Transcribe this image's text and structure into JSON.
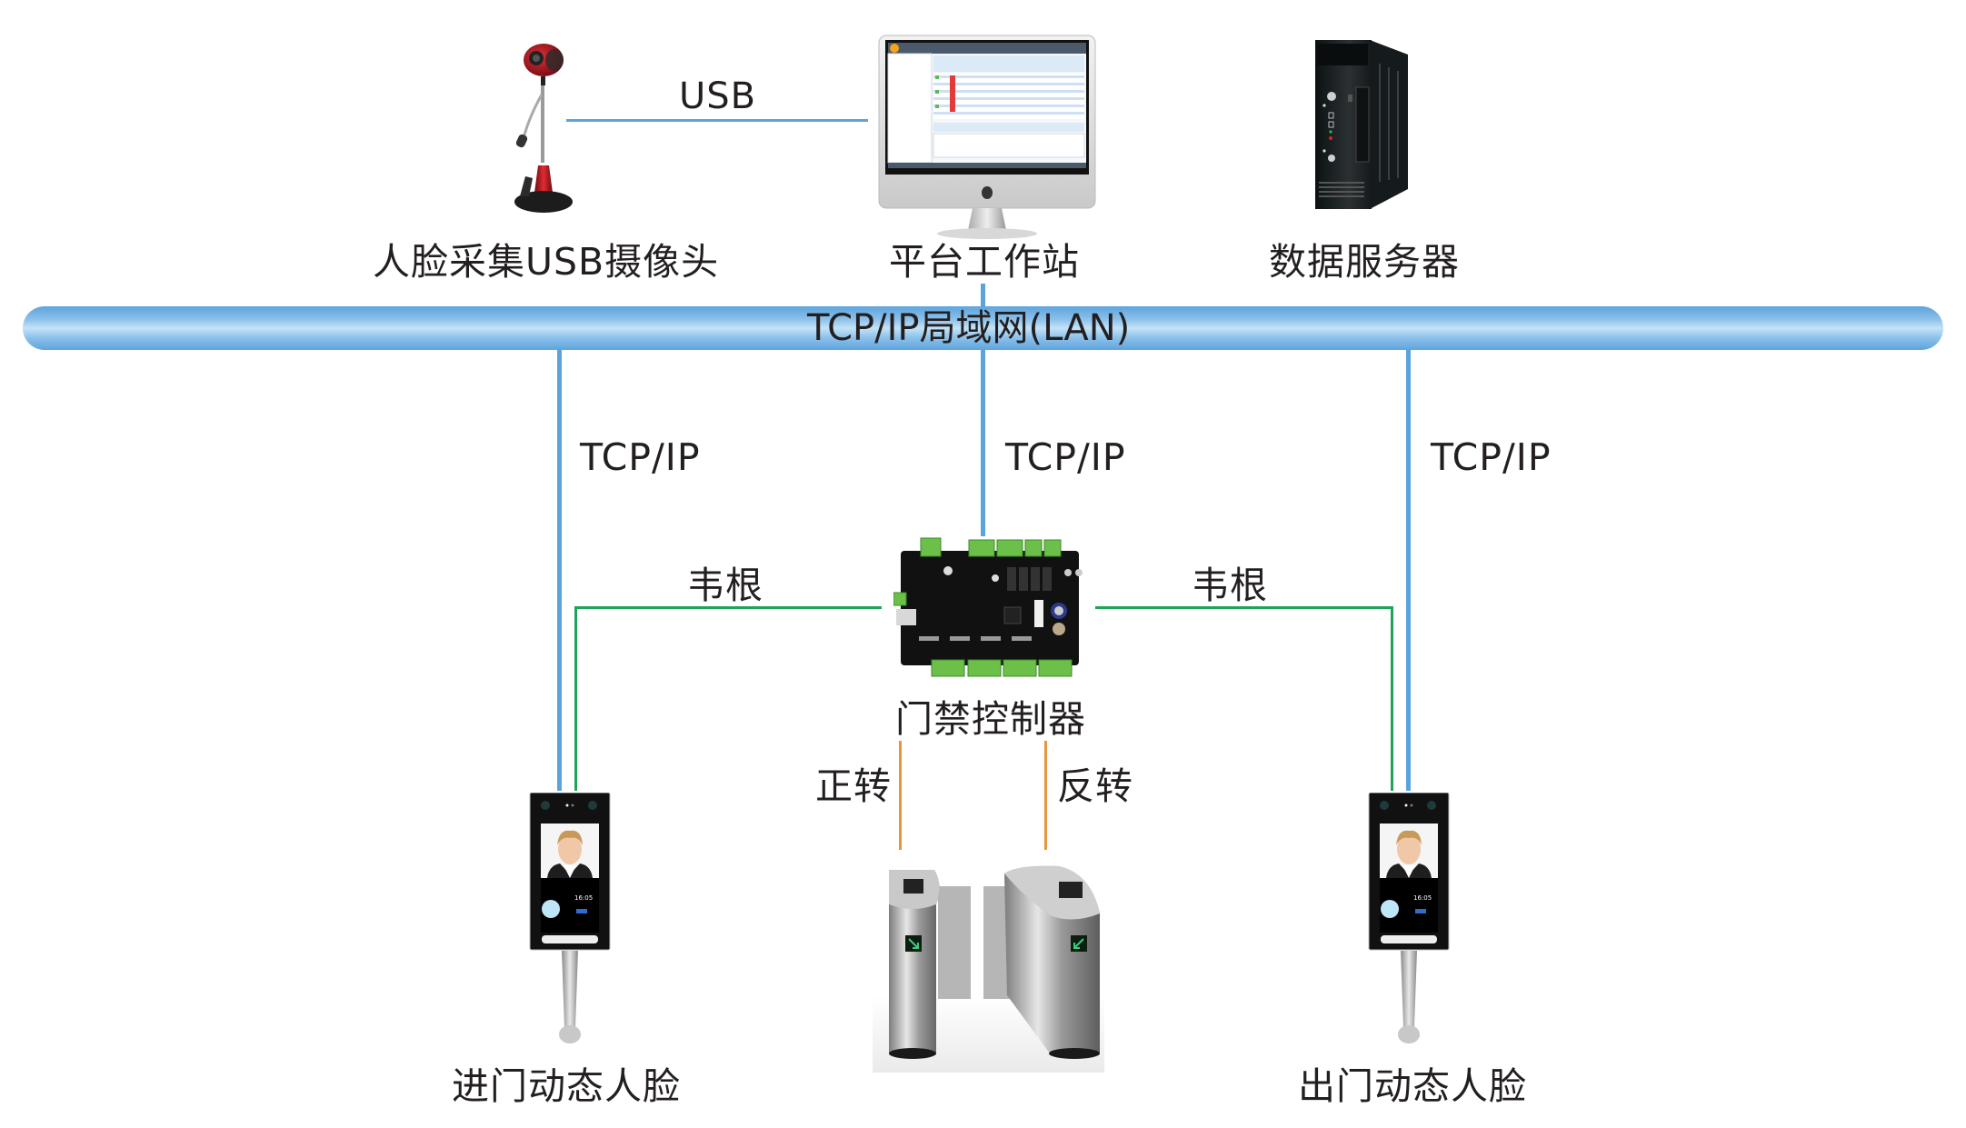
{
  "diagram": {
    "title": "人脸门禁系统拓扑图",
    "nodes": {
      "webcam": {
        "label": "人脸采集USB摄像头",
        "icon": "webcam-icon"
      },
      "workstation": {
        "label": "平台工作站",
        "icon": "monitor-icon"
      },
      "server": {
        "label": "数据服务器",
        "icon": "server-tower-icon"
      },
      "controller": {
        "label": "门禁控制器",
        "icon": "circuit-board-icon"
      },
      "entry_face": {
        "label": "进门动态人脸",
        "icon": "face-terminal-icon",
        "screen_time": "16:05"
      },
      "exit_face": {
        "label": "出门动态人脸",
        "icon": "face-terminal-icon",
        "screen_time": "16:05"
      },
      "turnstile": {
        "label": "",
        "icon": "turnstile-gate-icon"
      }
    },
    "network": {
      "label": "TCP/IP局域网(LAN)"
    },
    "links": {
      "usb": "USB",
      "tcp_left": "TCP/IP",
      "tcp_center": "TCP/IP",
      "tcp_right": "TCP/IP",
      "wiegand_left": "韦根",
      "wiegand_right": "韦根",
      "forward": "正转",
      "reverse": "反转"
    },
    "colors": {
      "ethernet": "#5ba3dc",
      "wiegand": "#1fa35a",
      "relay": "#e8963a",
      "lan_bar": "#8cc1ea",
      "text": "#231f20"
    }
  }
}
